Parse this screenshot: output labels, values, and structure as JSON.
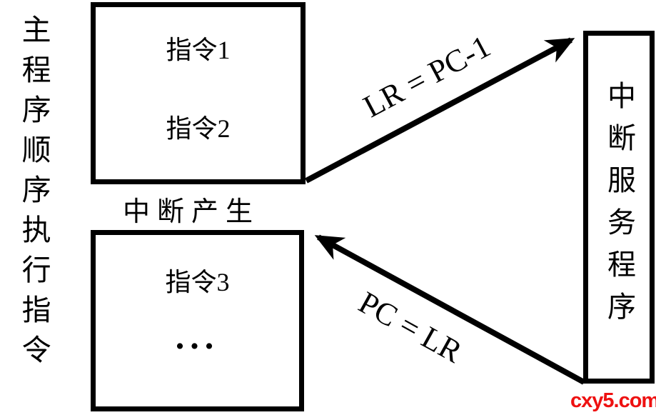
{
  "diagram": {
    "title_implicit": "interrupt-handling-flow",
    "left_caption": "主程序顺序执行指令",
    "main_program": {
      "top_box": {
        "line1": "指令1",
        "line2": "指令2"
      },
      "interrupt_event_label": "中断产生",
      "bottom_box": {
        "line1": "指令3",
        "line2": "..."
      }
    },
    "isr_box": {
      "label": "中断服务程序"
    },
    "arrows": [
      {
        "name": "enter-isr",
        "label": "LR = PC-1",
        "from": "top-box-bottom-right",
        "to": "isr-box-top-left"
      },
      {
        "name": "return-isr",
        "label": "PC = LR",
        "from": "isr-box-bottom-left",
        "to": "bottom-box-top-right"
      }
    ],
    "watermark": "cxy5.com",
    "colors": {
      "line": "#000000",
      "background": "#ffffff",
      "watermark": "#ee1111"
    }
  }
}
